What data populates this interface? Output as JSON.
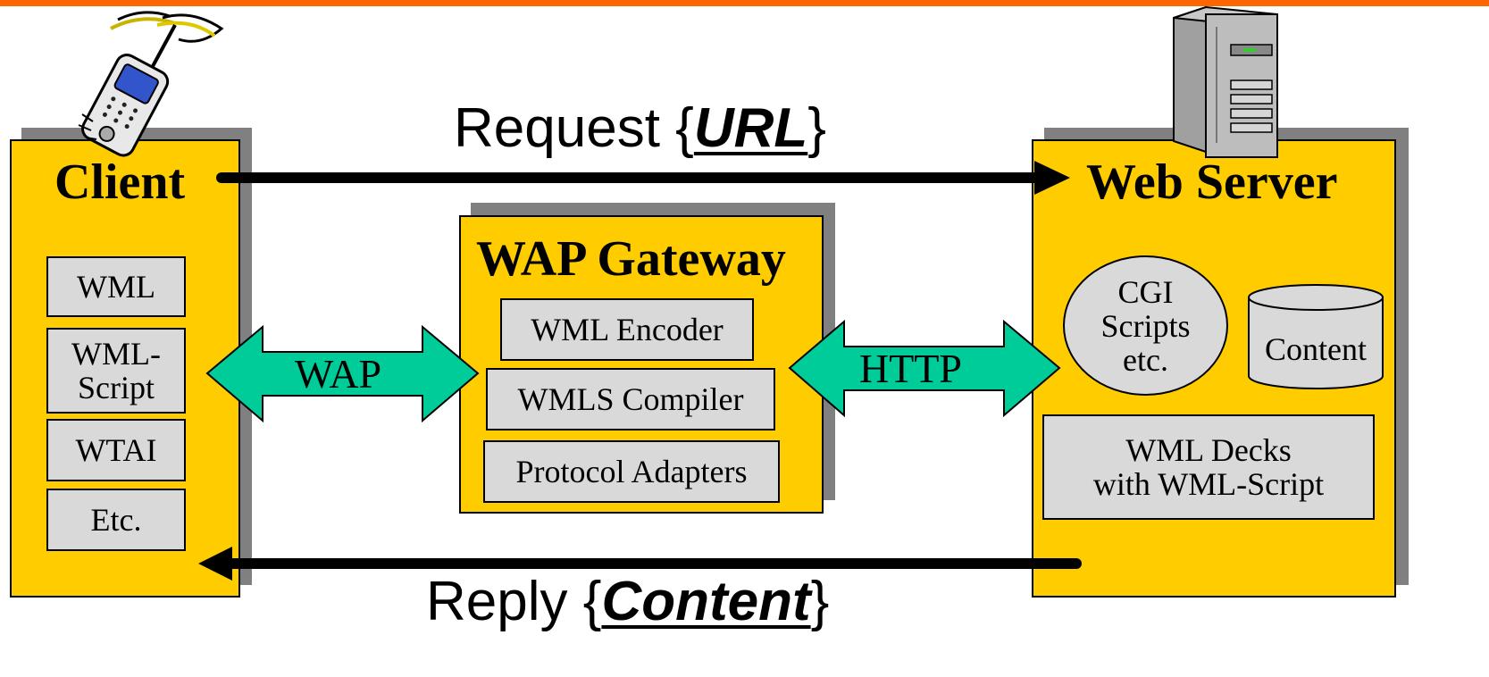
{
  "colors": {
    "accent_bar": "#ff6600",
    "panel": "#ffcc00",
    "box": "#d9d9d9",
    "arrow": "#00cc99",
    "shadow": "#808080"
  },
  "request": {
    "prefix": "Request {",
    "emphasis": "URL",
    "suffix": "}"
  },
  "reply": {
    "prefix": "Reply {",
    "emphasis": "Content",
    "suffix": "}"
  },
  "client": {
    "title": "Client",
    "items": [
      "WML",
      "WML-\nScript",
      "WTAI",
      "Etc."
    ]
  },
  "gateway": {
    "title": "WAP Gateway",
    "items": [
      "WML Encoder",
      "WMLS Compiler",
      "Protocol Adapters"
    ]
  },
  "server": {
    "title": "Web Server",
    "cgi": "CGI\nScripts\netc.",
    "content": "Content",
    "decks": "WML Decks\nwith WML-Script"
  },
  "protocols": {
    "left": "WAP",
    "right": "HTTP"
  },
  "icons": {
    "client_device": "mobile-phone-icon",
    "server_device": "server-tower-icon"
  }
}
